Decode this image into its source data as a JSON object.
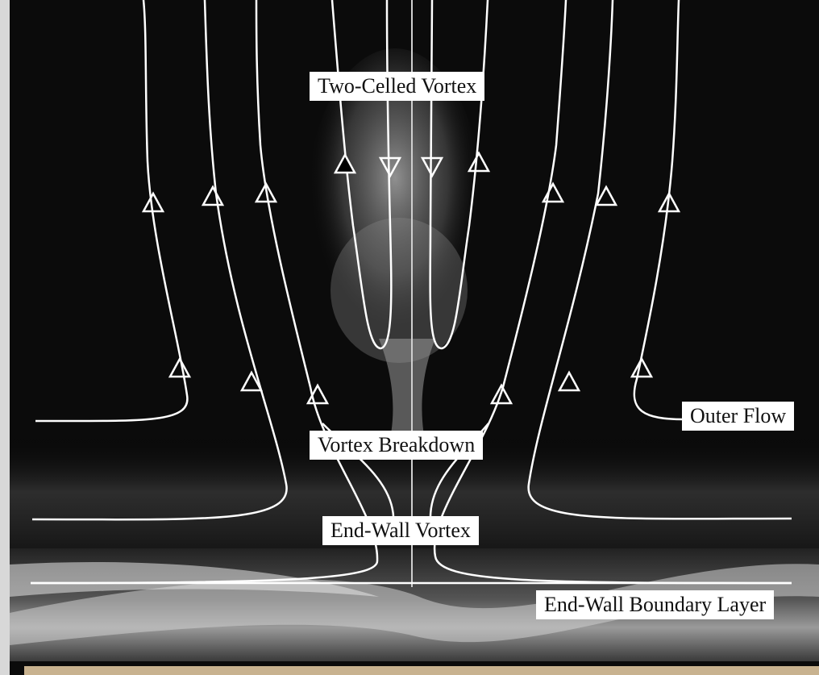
{
  "labels": {
    "two_celled_vortex": "Two-Celled Vortex",
    "vortex_breakdown": "Vortex Breakdown",
    "end_wall_vortex": "End-Wall Vortex",
    "outer_flow": "Outer Flow",
    "end_wall_boundary_layer": "End-Wall Boundary Layer"
  },
  "colors": {
    "streamline": "#ffffff",
    "background": "#0b0b0b",
    "smoke": "#9a9a9a",
    "bottom_strip": "#c8b28f"
  }
}
